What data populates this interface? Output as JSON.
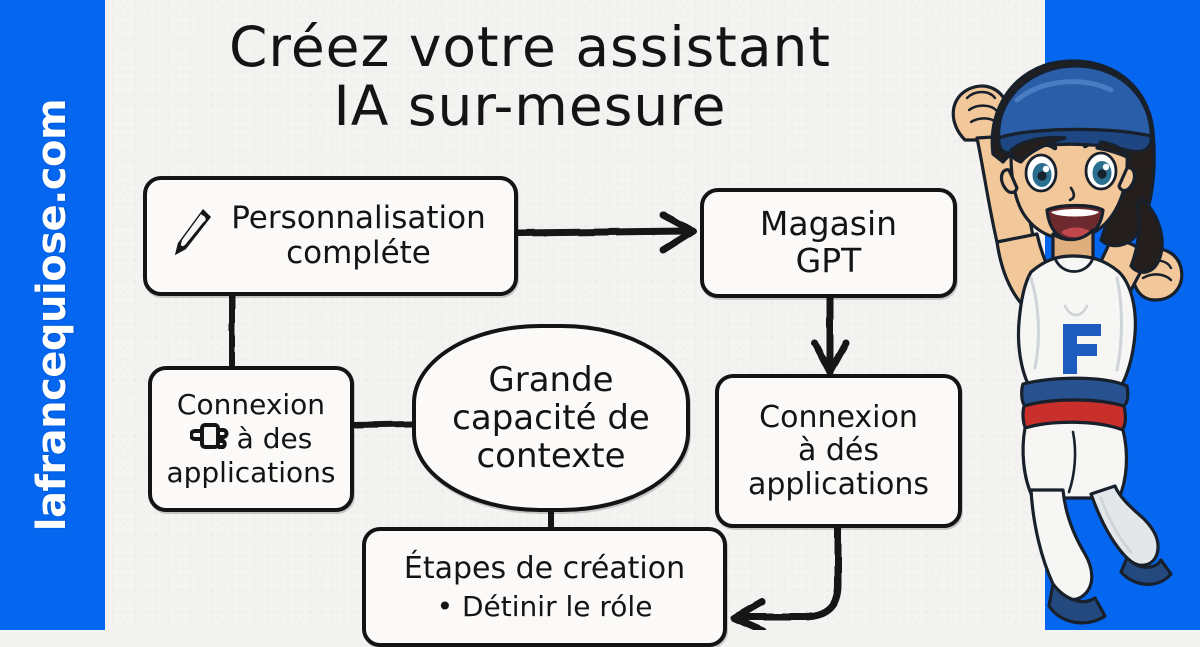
{
  "brand": {
    "blue": "#0566f0",
    "paper": "#f4f3f1",
    "ink": "#141414",
    "red": "#c9302c",
    "navy": "#27518f"
  },
  "watermark": {
    "text": "lafrancequiose.com"
  },
  "title": {
    "line1": "Créez votre assistant",
    "line2": "IA sur-mesure"
  },
  "diagram": {
    "type": "flowchart",
    "nodes": [
      {
        "id": "personnalisation",
        "label_line1": "Personnalisation",
        "label_line2": "compléte",
        "icon": "pencil-icon",
        "shape": "rounded-rect"
      },
      {
        "id": "magasin-gpt",
        "label_line1": "Magasin",
        "label_line2": "GPT",
        "shape": "rounded-rect"
      },
      {
        "id": "connexion-applications-left",
        "label_line1": "Connexion",
        "label_line2": "à des",
        "label_line3": "applications",
        "icon": "plug-icon",
        "shape": "rounded-rect"
      },
      {
        "id": "grande-capacite-contexte",
        "label_line1": "Grande",
        "label_line2": "capacité de",
        "label_line3": "contexte",
        "shape": "oval"
      },
      {
        "id": "connexion-applications-right",
        "label_line1": "Connexion",
        "label_line2": "à dés",
        "label_line3": "applications",
        "shape": "rounded-rect"
      },
      {
        "id": "etapes-de-creation",
        "heading": "Étapes de création",
        "bullet1": "• Détinir le róle",
        "shape": "rounded-rect"
      }
    ],
    "edges": [
      {
        "from": "personnalisation",
        "to": "magasin-gpt",
        "style": "arrow-right"
      },
      {
        "from": "personnalisation",
        "to": "connexion-applications-left",
        "style": "plain-line"
      },
      {
        "from": "connexion-applications-left",
        "to": "grande-capacite-contexte",
        "style": "plain-line"
      },
      {
        "from": "magasin-gpt",
        "to": "connexion-applications-right",
        "style": "arrow-down"
      },
      {
        "from": "grande-capacite-contexte",
        "to": "etapes-de-creation",
        "style": "plain-line"
      },
      {
        "from": "connexion-applications-right",
        "to": "etapes-de-creation",
        "style": "curved-arrow-left"
      }
    ]
  },
  "illustration": {
    "name": "mascot-character",
    "description": "cheering anime girl with raised fist",
    "shirt_letter": "F",
    "colors": {
      "cap": "#2a5ea8",
      "cap_dark": "#1e4682",
      "hair": "#241f1c",
      "skin": "#f2c79a",
      "skin_shadow": "#dfae7d",
      "outfit": "#f6f6f4",
      "outfit_shadow": "#cfd4d8",
      "belt_blue": "#27518f",
      "belt_red": "#c9302c",
      "shoe": "#24497f",
      "letter": "#1d5bbf",
      "eye": "#2a6f8f",
      "mouth": "#c1474c"
    }
  }
}
